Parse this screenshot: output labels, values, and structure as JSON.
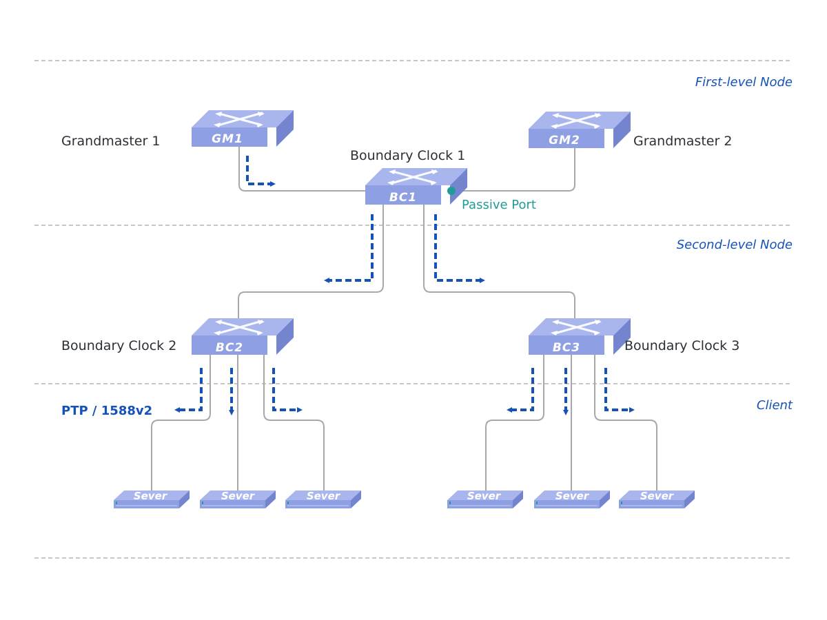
{
  "tiers": {
    "first": "First-level Node",
    "second": "Second-level Node",
    "client": "Client"
  },
  "labels": {
    "gm1": "Grandmaster 1",
    "gm2": "Grandmaster 2",
    "bc1": "Boundary Clock 1",
    "bc2": "Boundary Clock 2",
    "bc3": "Boundary Clock 3",
    "passive_port": "Passive Port",
    "protocol": "PTP / 1588v2"
  },
  "devices": {
    "gm1": "GM1",
    "gm2": "GM2",
    "bc1": "BC1",
    "bc2": "BC2",
    "bc3": "BC3"
  },
  "servers": [
    "Sever",
    "Sever",
    "Sever",
    "Sever",
    "Sever",
    "Sever"
  ],
  "colors": {
    "switch_top": "#a9b6ee",
    "switch_front": "#8f9fe3",
    "switch_side": "#7484cf",
    "link": "#a8a8a8",
    "sync_arrow": "#1552b8",
    "passive_port": "#1f9c97",
    "tier_label": "#1552b8",
    "divider": "#b4b4b4"
  }
}
